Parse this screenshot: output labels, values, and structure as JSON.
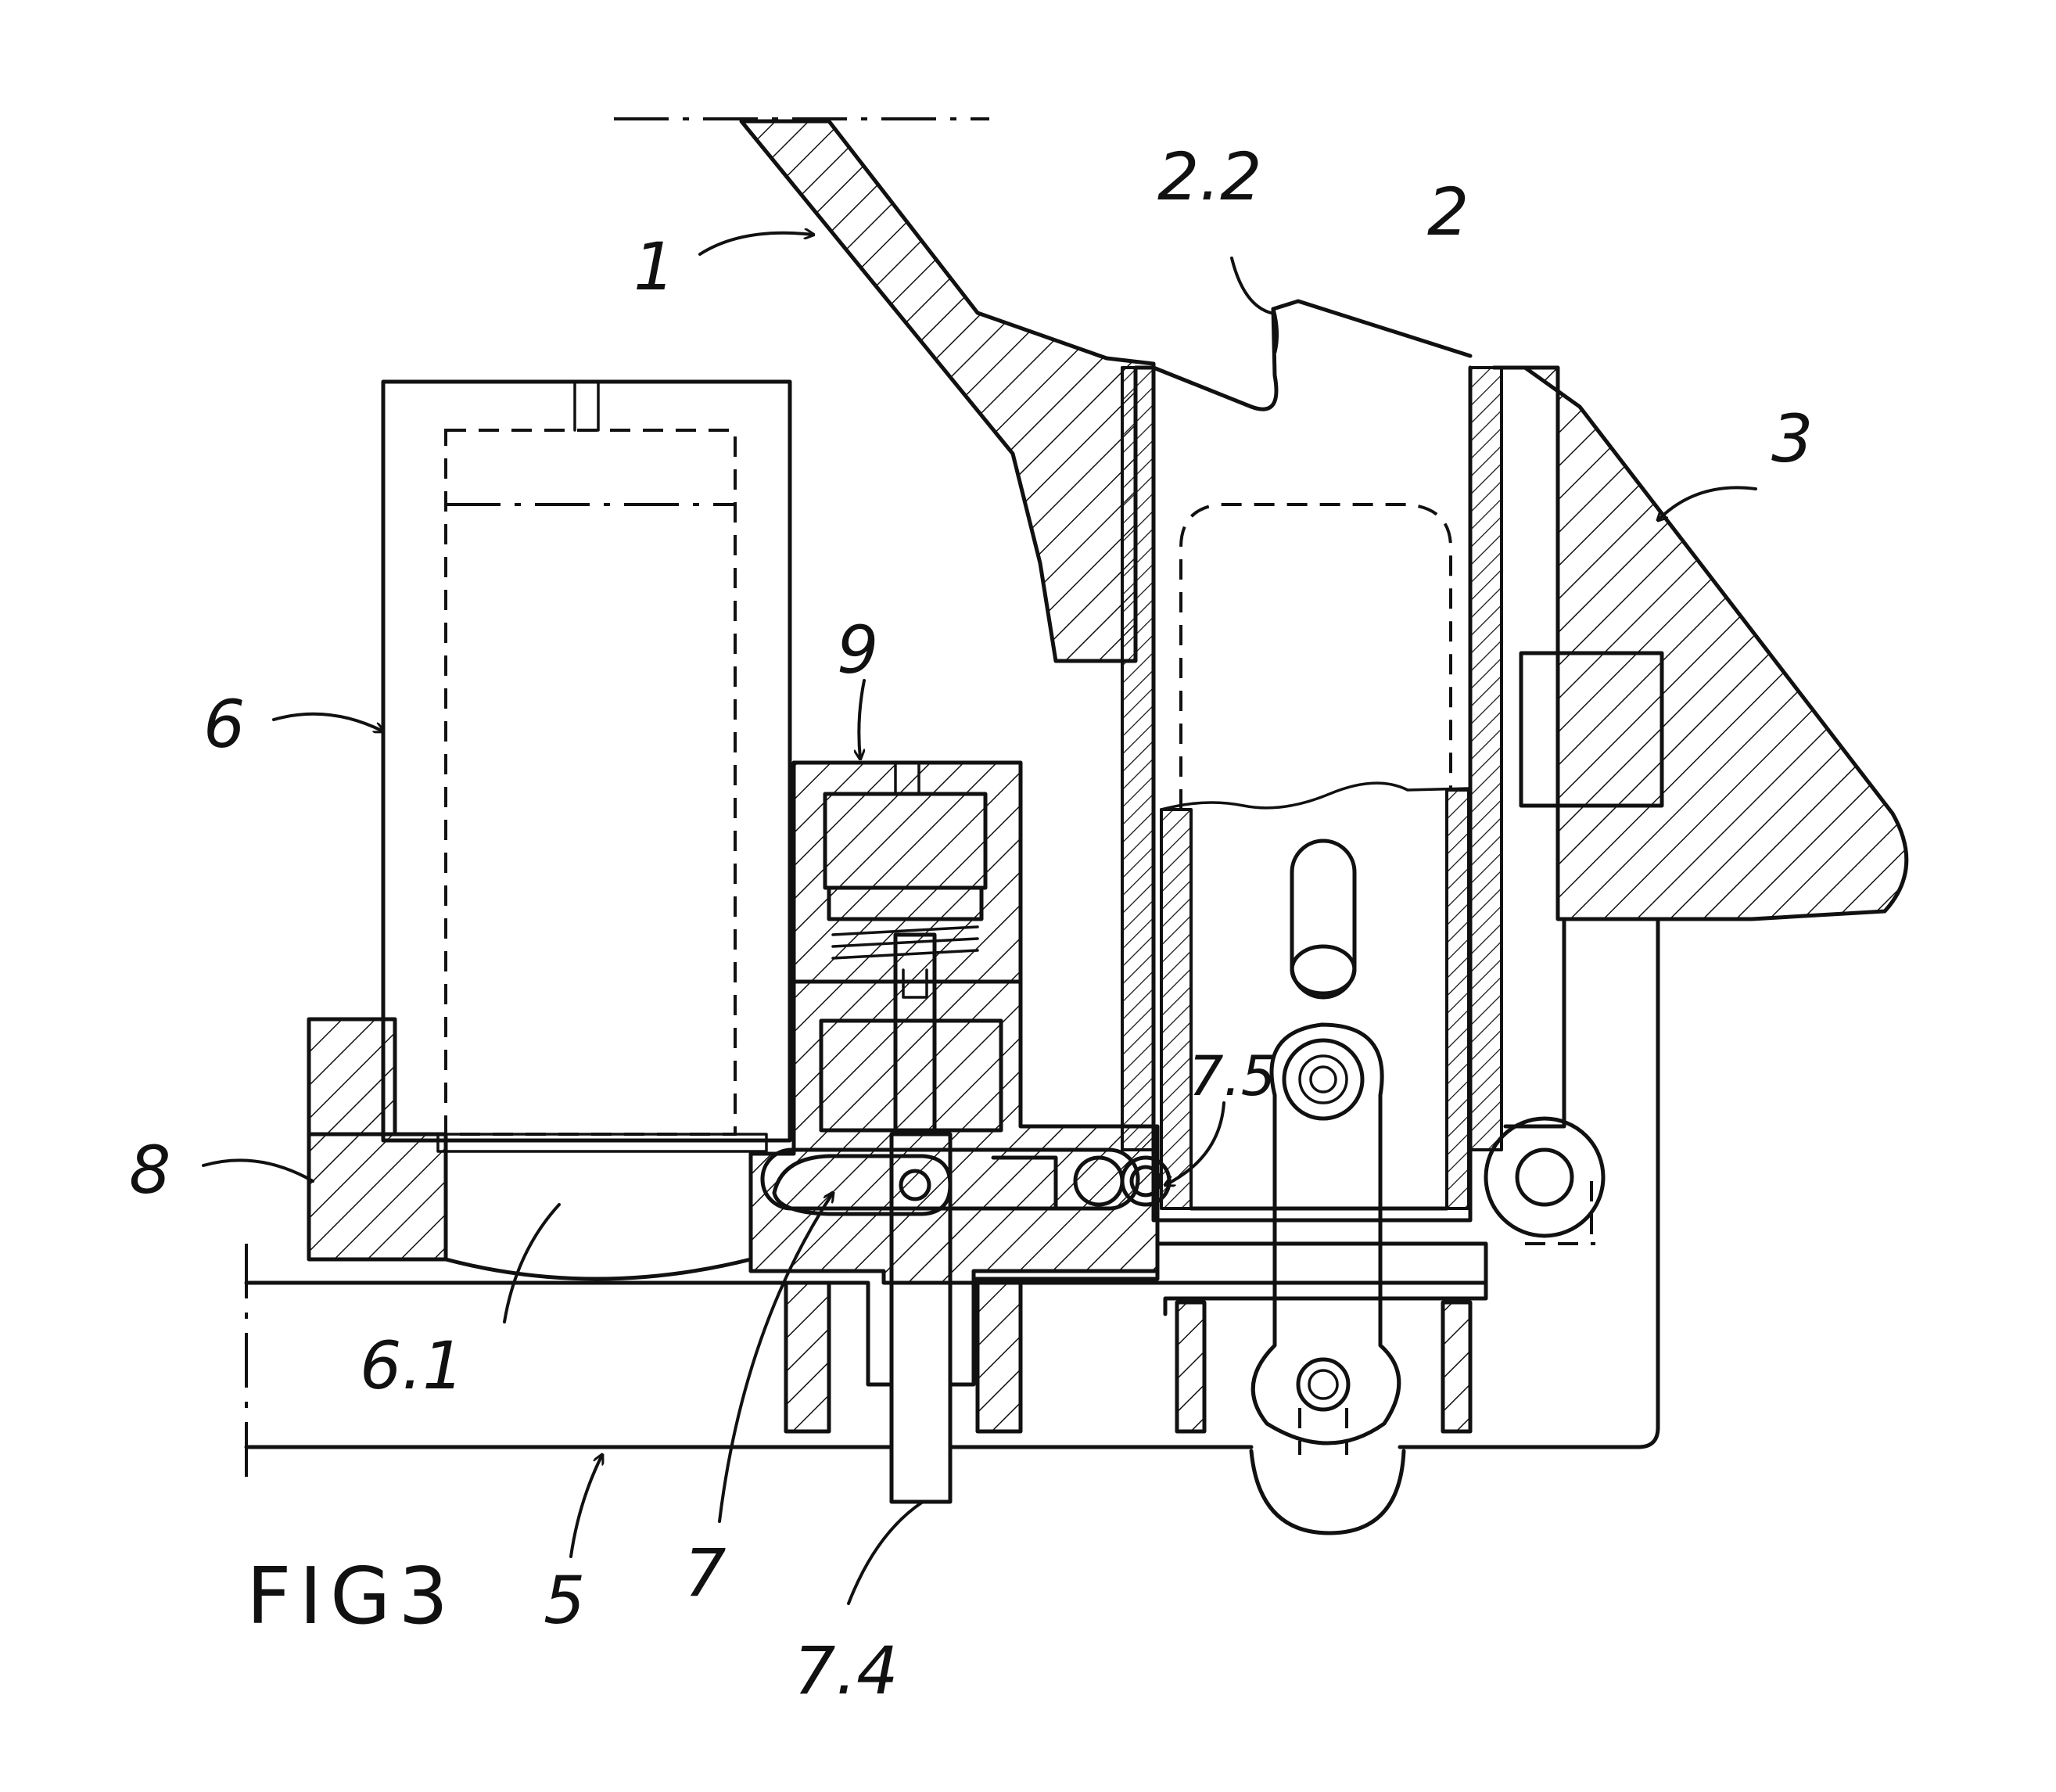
{
  "figure": {
    "caption": "FIG3",
    "labels": {
      "l1": "1",
      "l2": "2",
      "l2_2": "2.2",
      "l3": "3",
      "l5": "5",
      "l6": "6",
      "l6_1": "6.1",
      "l7": "7",
      "l7_4": "7.4",
      "l7_5": "7.5",
      "l8": "8",
      "l9": "9"
    }
  }
}
